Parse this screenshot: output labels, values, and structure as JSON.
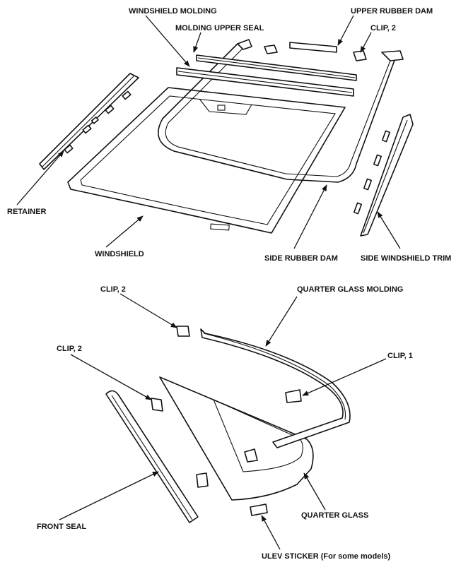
{
  "labels": {
    "windshield_molding": "WINDSHIELD MOLDING",
    "molding_upper_seal": "MOLDING UPPER SEAL",
    "upper_rubber_dam": "UPPER RUBBER DAM",
    "clip_top": "CLIP, 2",
    "retainer": "RETAINER",
    "windshield": "WINDSHIELD",
    "side_rubber_dam": "SIDE RUBBER DAM",
    "side_windshield_trim": "SIDE WINDSHIELD TRIM",
    "clip_upper_left": "CLIP, 2",
    "quarter_glass_molding": "QUARTER GLASS MOLDING",
    "clip_mid_left": "CLIP, 2",
    "clip_one": "CLIP, 1",
    "front_seal": "FRONT SEAL",
    "quarter_glass": "QUARTER GLASS",
    "ulev_sticker": "ULEV STICKER (For some models)"
  }
}
